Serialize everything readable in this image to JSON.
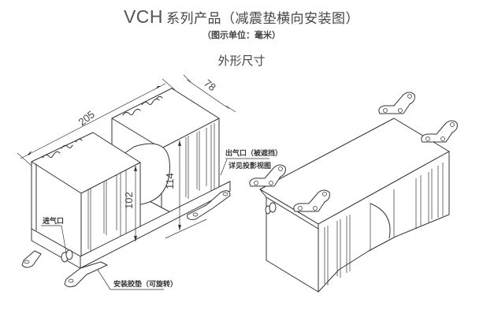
{
  "header": {
    "model": "VCH",
    "title": "系列产品（减震垫横向安装图）",
    "subtitle": "（图示单位：毫米）",
    "section_title": "外形尺寸"
  },
  "dimensions": {
    "length": "205",
    "width": "78",
    "height_body": "102",
    "height_total": "114"
  },
  "callouts": {
    "inlet": "进气口",
    "outlet": "出气口（被遮挡）",
    "outlet_note": "详见投影视图",
    "mount_pad": "安装胶垫（可旋转）"
  },
  "views": [
    "left-isometric-dimensioned-view",
    "right-isometric-projection-view"
  ]
}
